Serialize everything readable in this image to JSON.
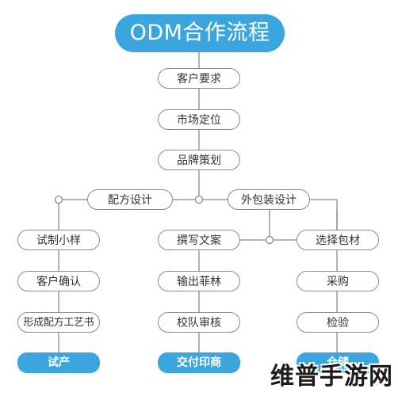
{
  "title": "ODM合作流程",
  "main_steps": [
    "客户要求",
    "市场定位",
    "品牌策划"
  ],
  "branches": {
    "left": {
      "label": "配方设计",
      "steps": [
        "试制小样",
        "客户确认",
        "形成配方工艺书"
      ],
      "final": "试产"
    },
    "right": {
      "label": "外包装设计"
    },
    "middle": {
      "steps": [
        "撰写文案",
        "输出菲林",
        "校队审核"
      ],
      "final": "交付印商"
    },
    "far_right": {
      "steps": [
        "选择包材",
        "采购",
        "检验"
      ],
      "final": "仓储"
    }
  },
  "watermark": "维普手游网",
  "colors": {
    "accent": "#3aa6dd",
    "line": "#8a8a8a"
  }
}
